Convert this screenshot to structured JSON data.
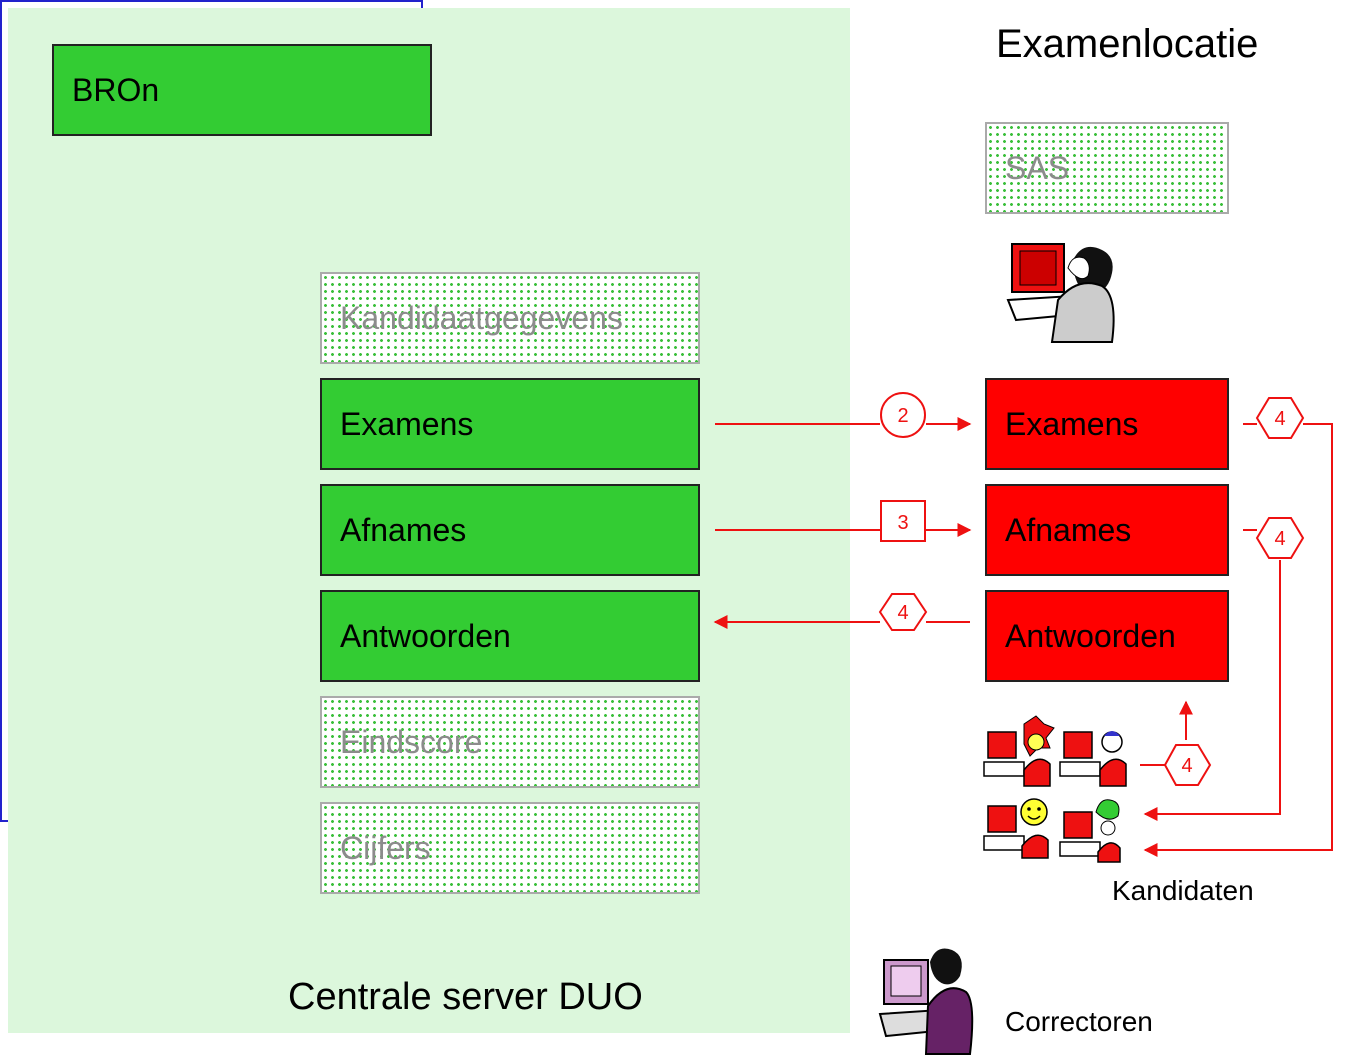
{
  "central": {
    "label": "Centrale server DUO",
    "bron_label": "BROn",
    "boxes": [
      "Kandidaatgegevens",
      "Examens",
      "Afnames",
      "Antwoorden",
      "Eindscore",
      "Cijfers"
    ]
  },
  "location": {
    "title": "Examenlocatie",
    "sas_label": "SAS",
    "boxes": [
      "Examens",
      "Afnames",
      "Antwoorden"
    ],
    "candidates_label": "Kandidaten"
  },
  "correctors_label": "Correctoren",
  "badges": {
    "examens_in": "2",
    "afnames_in": "3",
    "antwoorden_out": "4",
    "examens_to_candidates": "4",
    "afnames_to_candidates": "4",
    "candidates_to_antwoorden": "4"
  },
  "colors": {
    "server_bg": "#dcf7dc",
    "green_box": "#33cc33",
    "red_box": "#ff0000",
    "arrow": "#ee1111",
    "location_border": "#2222cc"
  }
}
